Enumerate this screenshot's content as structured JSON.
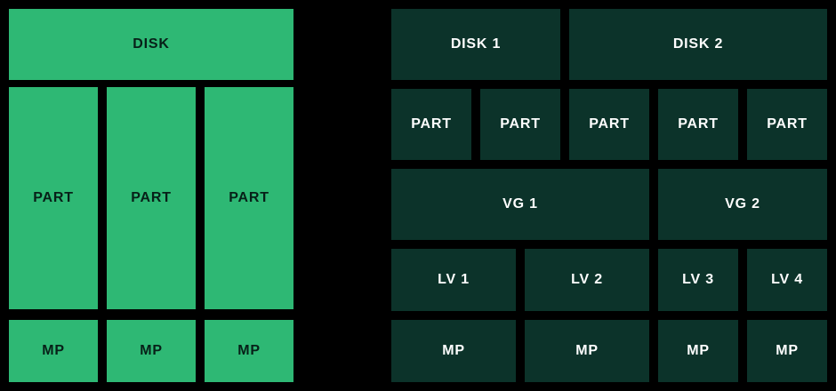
{
  "colors": {
    "background": "#000000",
    "bright_green": "#2eb874",
    "dark_green": "#0c332a",
    "text_on_bright": "#072018",
    "text_on_dark": "#ffffff"
  },
  "left_diagram": {
    "disk": "DISK",
    "partitions": [
      "PART",
      "PART",
      "PART"
    ],
    "mounts": [
      "MP",
      "MP",
      "MP"
    ]
  },
  "right_diagram": {
    "disks": [
      "DISK 1",
      "DISK 2"
    ],
    "partitions": [
      "PART",
      "PART",
      "PART",
      "PART",
      "PART"
    ],
    "volume_groups": [
      "VG 1",
      "VG 2"
    ],
    "logical_volumes": [
      "LV 1",
      "LV 2",
      "LV 3",
      "LV 4"
    ],
    "mounts": [
      "MP",
      "MP",
      "MP",
      "MP"
    ]
  }
}
